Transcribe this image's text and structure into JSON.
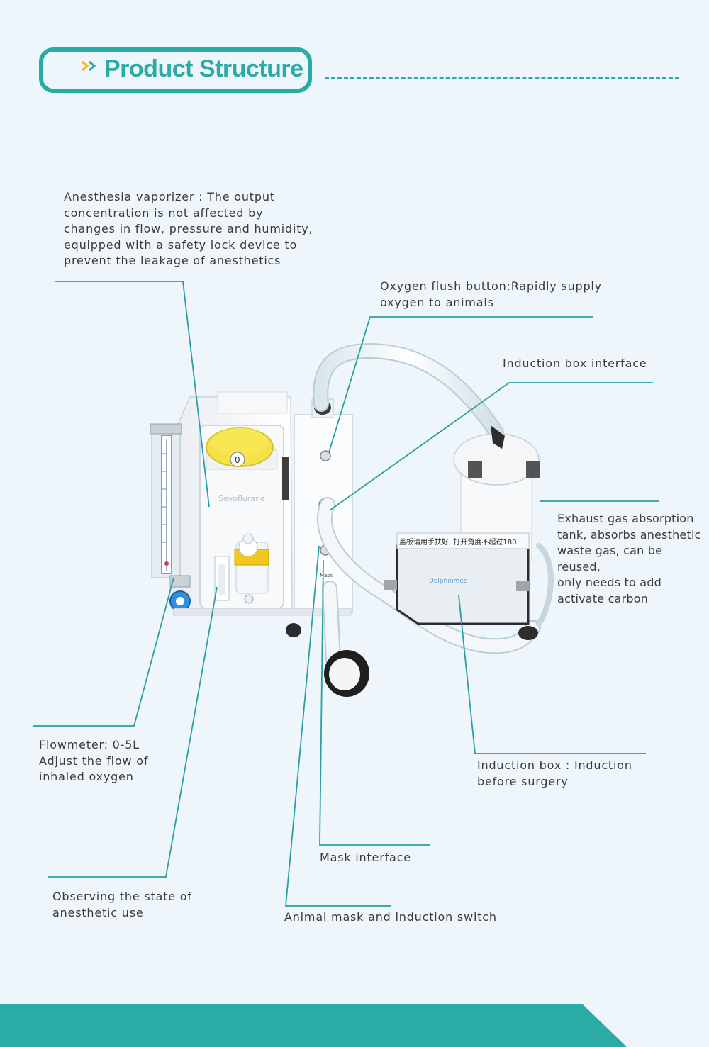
{
  "header": {
    "title": "Product Structure"
  },
  "labels": {
    "vaporizer": "Anesthesia vaporizer : The output\nconcentration is not affected by\nchanges in flow, pressure and humidity,\nequipped with a safety lock device to\nprevent the leakage of anesthetics",
    "oxygen_flush": "Oxygen flush button:Rapidly supply\noxygen to animals",
    "induction_interface": "Induction box interface",
    "exhaust_tank": "Exhaust gas absorption\ntank, absorbs anesthetic\nwaste gas, can be reused,\nonly needs to add\nactivate carbon",
    "flowmeter": "Flowmeter: 0-5L\nAdjust the flow of\ninhaled oxygen",
    "induction_box": "Induction box : Induction\nbefore surgery",
    "mask_interface": "Mask interface",
    "observing": "Observing the state of\nanesthetic use",
    "mask_switch": "Animal mask and induction switch"
  },
  "device": {
    "vaporizer_brand": "Sevoflurane",
    "dial_value": "0",
    "box_warning": "盖板请用手扶好, 打开角度不超过180",
    "box_brand": "Dolphinmed",
    "port_label": "Mask"
  },
  "colors": {
    "accent": "#2aaba6",
    "leader_line": "#2a9ea3",
    "background": "#eff6fb",
    "text": "#3a3a3a"
  }
}
